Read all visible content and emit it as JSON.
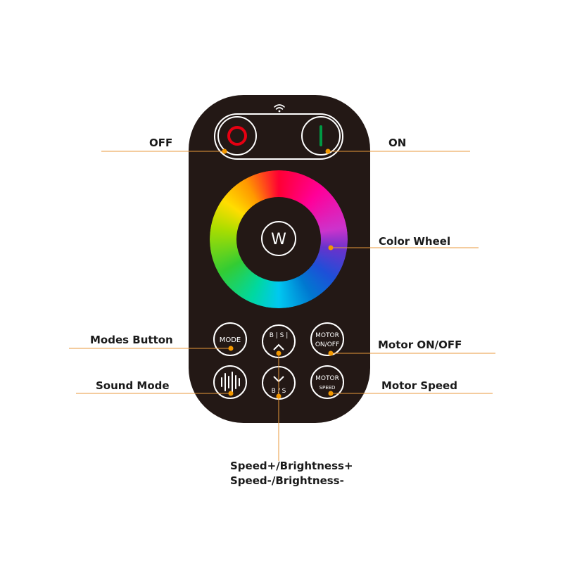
{
  "remote": {
    "body_color": "#231815",
    "wheel_center_label": "W",
    "off_symbol": "O",
    "on_symbol": "I",
    "off_color": "#e60012",
    "on_color": "#009944",
    "buttons": {
      "mode": "MODE",
      "bs_up_top": "B | S |",
      "motor_top": "MOTOR",
      "motor_onoff": "ON/OFF",
      "bs_down_bottom": "B / S",
      "motor_speed_top": "MOTOR",
      "motor_speed_bottom": "SPEED"
    }
  },
  "annotations": {
    "off": "OFF",
    "on": "ON",
    "color_wheel": "Color Wheel",
    "modes_button": "Modes Button",
    "motor_onoff": "Motor ON/OFF",
    "sound_mode": "Sound Mode",
    "motor_speed": "Motor Speed",
    "speed_plus": "Speed+/Brightness+",
    "speed_minus": "Speed-/Brightness-"
  },
  "colors": {
    "leader_line": "#e89a3c",
    "leader_dot": "#f39800",
    "label": "#1a1a1a"
  }
}
